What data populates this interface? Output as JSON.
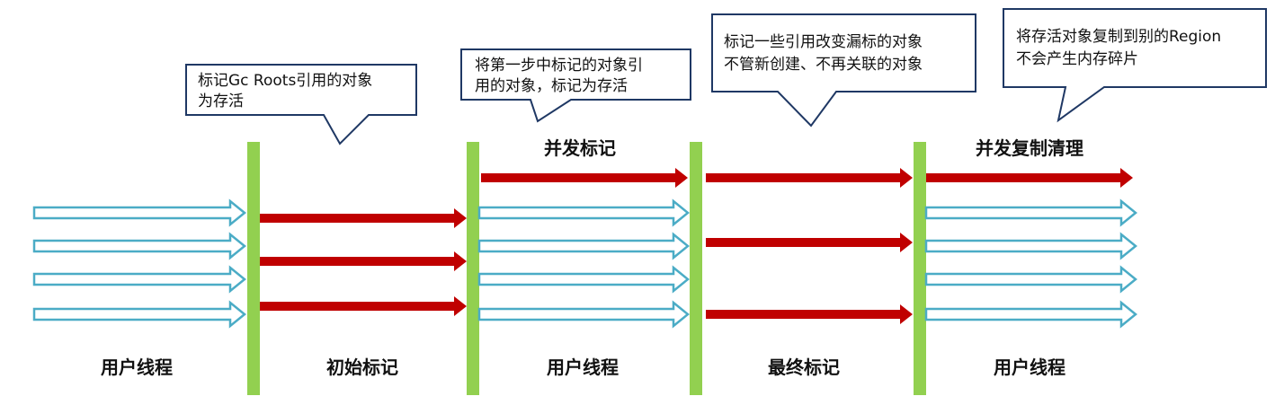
{
  "colors": {
    "barrier": "#92d050",
    "user_thread_stroke": "#4bacc6",
    "gc_thread": "#c00000",
    "callout_border": "#1f3864"
  },
  "phases": [
    {
      "label": "用户线程"
    },
    {
      "label": "初始标记"
    },
    {
      "label": "用户线程"
    },
    {
      "label": "最终标记"
    },
    {
      "label": "用户线程"
    }
  ],
  "top_labels": [
    {
      "label": "并发标记"
    },
    {
      "label": "并发复制清理"
    }
  ],
  "callouts": [
    {
      "lines": [
        "标记Gc Roots引用的对象",
        "为存活"
      ]
    },
    {
      "lines": [
        "将第一步中标记的对象引",
        "用的对象，标记为存活"
      ]
    },
    {
      "lines": [
        "标记一些引用改变漏标的对象",
        "不管新创建、不再关联的对象"
      ]
    },
    {
      "lines": [
        "将存活对象复制到别的Region",
        "不会产生内存碎片"
      ]
    }
  ]
}
